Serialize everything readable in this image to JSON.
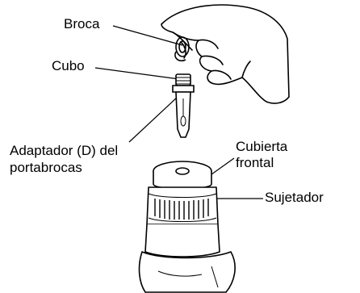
{
  "labels": {
    "broca": "Broca",
    "cubo": "Cubo",
    "adaptador_line1": "Adaptador (D) del",
    "adaptador_line2": "portabrocas",
    "cubierta_line1": "Cubierta",
    "cubierta_line2": "frontal",
    "sujetador": "Sujetador"
  },
  "colors": {
    "stroke": "#000000",
    "background": "#ffffff"
  },
  "icons": [
    "hand-icon",
    "drill-bit-icon",
    "chuck-adapter-icon",
    "drill-chuck-icon"
  ]
}
